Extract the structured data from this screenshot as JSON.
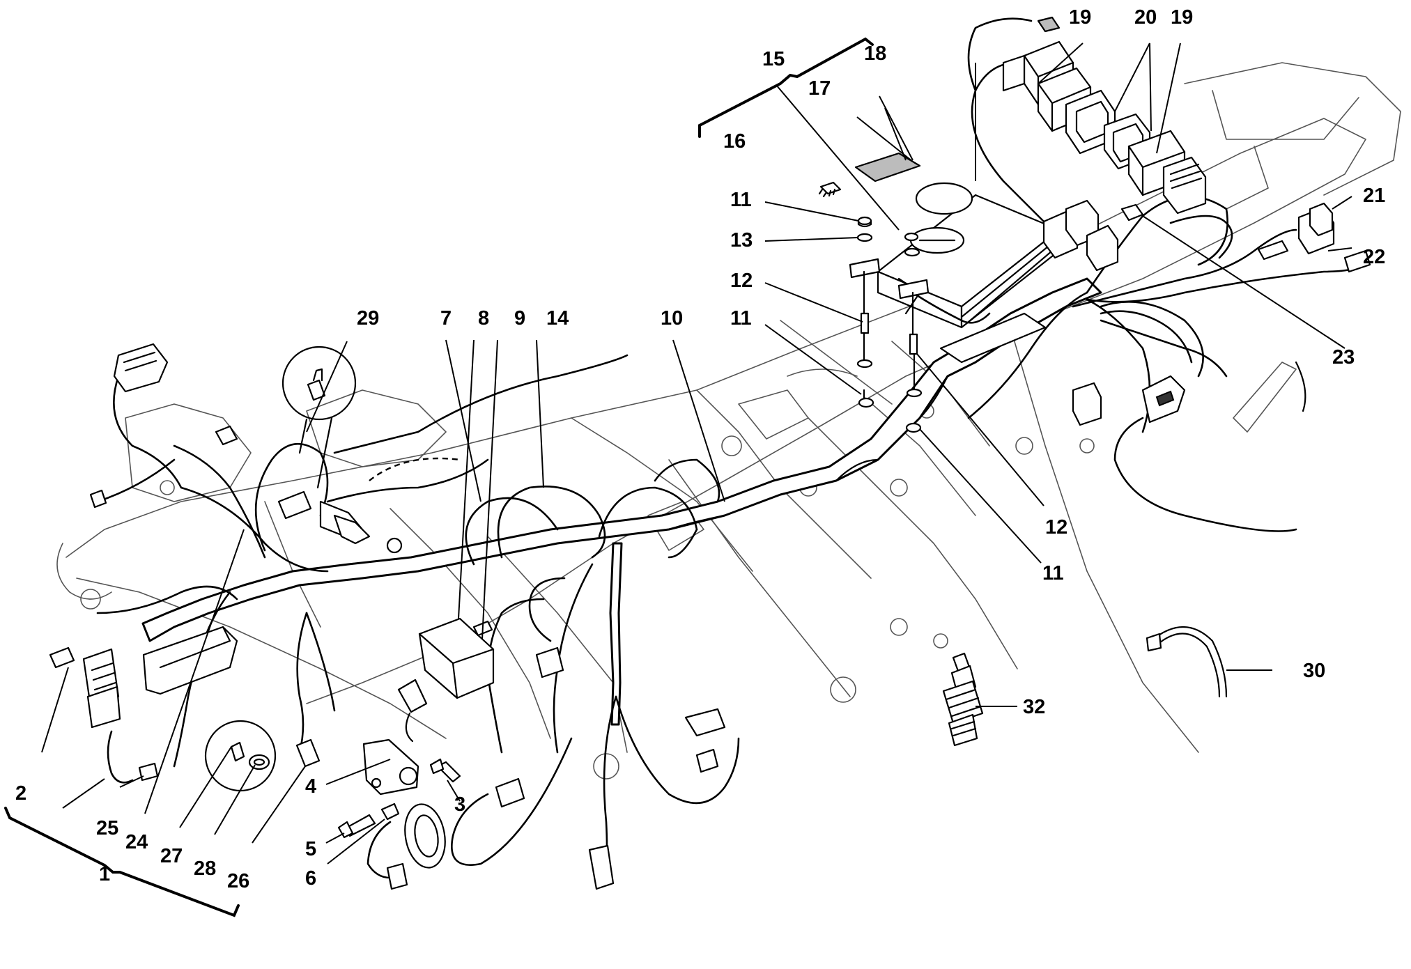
{
  "diagram": {
    "callouts": {
      "c1": "1",
      "c2": "2",
      "c3": "3",
      "c4": "4",
      "c5": "5",
      "c6": "6",
      "c7": "7",
      "c8": "8",
      "c9": "9",
      "c10": "10",
      "c11a": "11",
      "c11b": "11",
      "c11c": "11",
      "c12a": "12",
      "c12b": "12",
      "c13": "13",
      "c14": "14",
      "c15": "15",
      "c16": "16",
      "c17": "17",
      "c18": "18",
      "c19a": "19",
      "c19b": "19",
      "c20": "20",
      "c21": "21",
      "c22": "22",
      "c23": "23",
      "c24": "24",
      "c25": "25",
      "c26": "26",
      "c27": "27",
      "c28": "28",
      "c29": "29",
      "c30": "30",
      "c32": "32"
    },
    "parts": {
      "wiring-harness": "1",
      "ecu-kit": "15",
      "spark-plug": "32",
      "cable-tie": "30",
      "horn": "6"
    }
  }
}
